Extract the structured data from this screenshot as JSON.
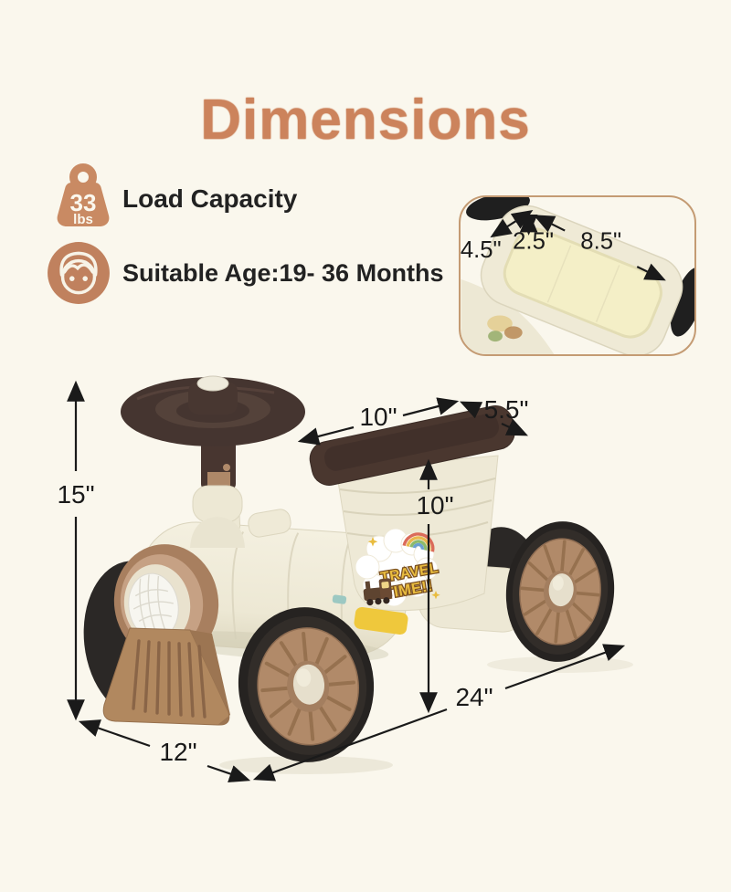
{
  "title": "Dimensions",
  "features": {
    "load": {
      "value": "33",
      "unit": "lbs",
      "label": "Load Capacity"
    },
    "age": {
      "label": "Suitable Age:19- 36 Months"
    }
  },
  "inset_measurements": {
    "bin_width": "4.5\"",
    "bin_depth": "2.5\"",
    "bin_length": "8.5\""
  },
  "dimensions": {
    "height": "15\"",
    "seat_length": "10\"",
    "seat_width": "5.5\"",
    "seat_height": "10\"",
    "length": "24\"",
    "width": "12\""
  },
  "decal": {
    "line1": "TRAVEL",
    "line2": "TIME!!"
  },
  "icons": {
    "load": "weight-icon",
    "age": "child-face-icon"
  },
  "colors": {
    "background": "#FAF7ED",
    "accent_terracotta": "#CC835C",
    "text_black": "#1A1A1A",
    "body_cream": "#F0ECD9",
    "seat_dark_brown": "#4A372F",
    "hub_tan": "#B18A69",
    "tire_black": "#262321",
    "bin_interior_yellow": "#F4EFC8",
    "decal_gold": "#E9BC3F",
    "footrest_yellow": "#EFC83C",
    "inset_border": "#C49B73"
  }
}
